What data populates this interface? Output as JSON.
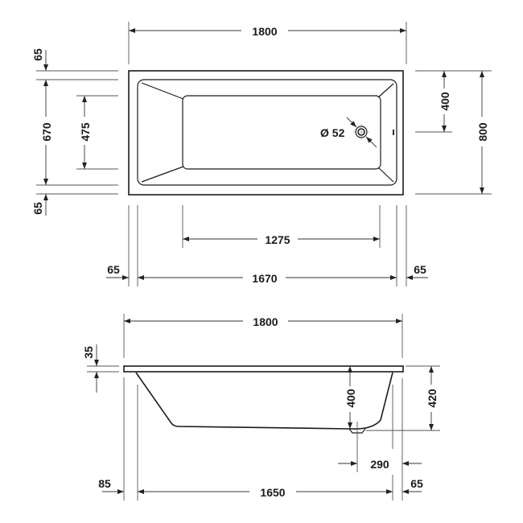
{
  "drawing": {
    "type": "bathtub dimension drawing",
    "units": "mm",
    "top_view": {
      "overall_length": "1800",
      "overall_width": "800",
      "rim_width_top": "65",
      "rim_width_bottom": "65",
      "inner_width": "670",
      "floor_width": "475",
      "drain_offset": "400",
      "drain_diameter": "Ø 52",
      "floor_length": "1275",
      "inner_length": "1670",
      "rim_left": "65",
      "rim_right": "65"
    },
    "side_view": {
      "overall_length": "1800",
      "rim_thickness": "35",
      "drain_depth": "400",
      "total_depth": "420",
      "drain_position": "290",
      "base_length": "1650",
      "left_offset": "85",
      "right_offset": "65"
    }
  }
}
